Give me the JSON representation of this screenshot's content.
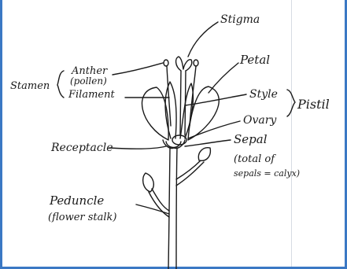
{
  "diagram": {
    "labels": {
      "stigma": "Stigma",
      "petal": "Petal",
      "anther": "Anther",
      "pollen": "(pollen)",
      "stamen": "Stamen",
      "filament": "Filament",
      "style": "Style",
      "pistil": "Pistil",
      "ovary": "Ovary",
      "sepal": "Sepal",
      "sepal_note_1": "(total of",
      "sepal_note_2": "sepals = calyx)",
      "receptacle": "Receptacle",
      "peduncle": "Peduncle",
      "peduncle_note": "(flower stalk)"
    },
    "colors": {
      "ink": "#1a1a1a",
      "frame": "#3b78c4",
      "grid": "#d7dce3"
    }
  }
}
